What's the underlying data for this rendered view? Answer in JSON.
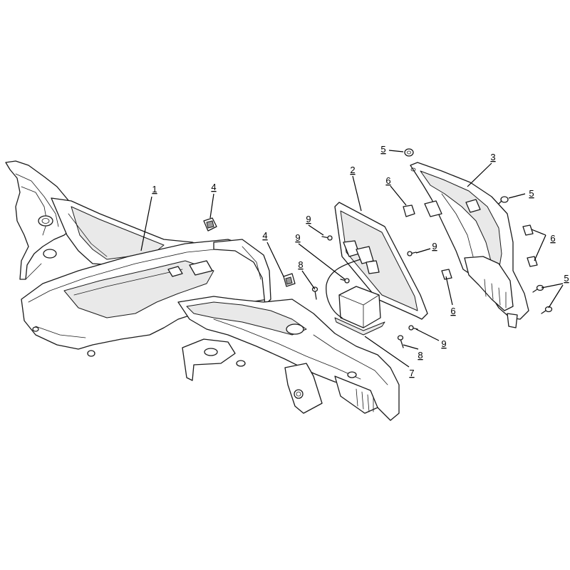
{
  "callouts": [
    {
      "id": "c1",
      "label": "1"
    },
    {
      "id": "c2",
      "label": "2"
    },
    {
      "id": "c3",
      "label": "3"
    },
    {
      "id": "c4a",
      "label": "4"
    },
    {
      "id": "c4b",
      "label": "4"
    },
    {
      "id": "c5a",
      "label": "5"
    },
    {
      "id": "c5b",
      "label": "5"
    },
    {
      "id": "c5c",
      "label": "5"
    },
    {
      "id": "c6a",
      "label": "6"
    },
    {
      "id": "c6b",
      "label": "6"
    },
    {
      "id": "c6c",
      "label": "6"
    },
    {
      "id": "c7",
      "label": "7"
    },
    {
      "id": "c8a",
      "label": "8"
    },
    {
      "id": "c8b",
      "label": "8"
    },
    {
      "id": "c9a",
      "label": "9"
    },
    {
      "id": "c9b",
      "label": "9"
    },
    {
      "id": "c9c",
      "label": "9"
    },
    {
      "id": "c9d",
      "label": "9"
    }
  ],
  "colors": {
    "line": "#1a1a1a",
    "background": "#ffffff",
    "shade": "#e9e9e9"
  }
}
